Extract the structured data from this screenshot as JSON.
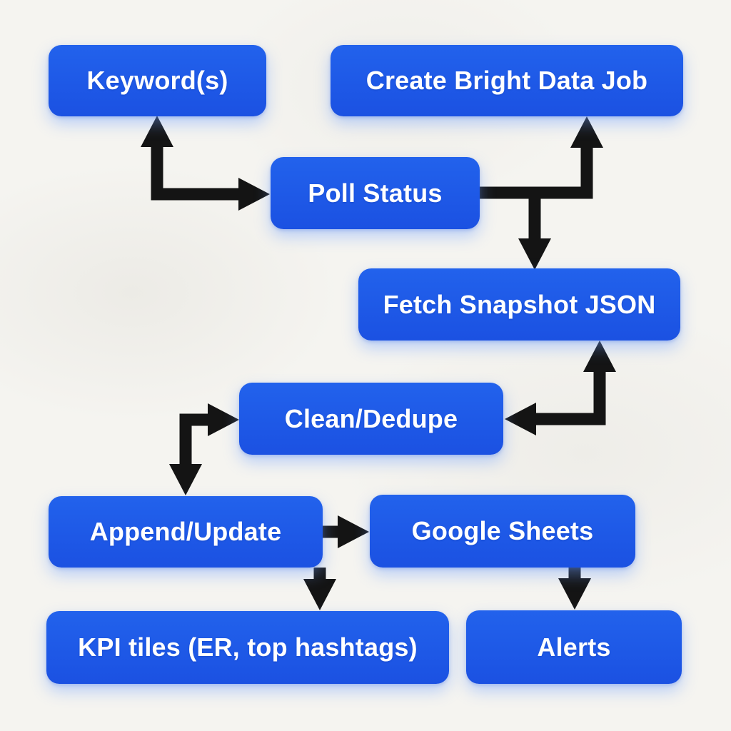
{
  "diagram": {
    "type": "flowchart",
    "colors": {
      "node_fill": "#1d57e8",
      "node_text": "#ffffff",
      "arrow": "#141414",
      "background": "#f5f4f0"
    },
    "nodes": [
      {
        "id": "keywords",
        "label": "Keyword(s)"
      },
      {
        "id": "create-job",
        "label": "Create Bright Data Job"
      },
      {
        "id": "poll-status",
        "label": "Poll Status"
      },
      {
        "id": "fetch-snapshot",
        "label": "Fetch Snapshot JSON"
      },
      {
        "id": "clean-dedupe",
        "label": "Clean/Dedupe"
      },
      {
        "id": "append-update",
        "label": "Append/Update"
      },
      {
        "id": "google-sheets",
        "label": "Google Sheets"
      },
      {
        "id": "kpi-tiles",
        "label": "KPI tiles (ER, top hashtags)"
      },
      {
        "id": "alerts",
        "label": "Alerts"
      }
    ],
    "edges": [
      {
        "from": "keywords",
        "to": "poll-status",
        "shape": "elbow",
        "arrowheads": [
          "up-into-keywords",
          "right-into-poll-status"
        ]
      },
      {
        "from": "poll-status",
        "to": "create-job",
        "shape": "elbow",
        "arrowheads": [
          "up-into-create-job"
        ]
      },
      {
        "from": "poll-status",
        "to": "fetch-snapshot",
        "shape": "elbow",
        "arrowheads": [
          "down-into-fetch-snapshot"
        ]
      },
      {
        "from": "fetch-snapshot",
        "to": "clean-dedupe",
        "shape": "elbow",
        "arrowheads": [
          "up-into-fetch-snapshot",
          "left-into-clean-dedupe"
        ]
      },
      {
        "from": "clean-dedupe",
        "to": "append-update",
        "shape": "elbow",
        "arrowheads": [
          "right-into-clean-dedupe",
          "down-into-append-update"
        ]
      },
      {
        "from": "append-update",
        "to": "google-sheets",
        "shape": "straight",
        "arrowheads": [
          "right-into-google-sheets"
        ]
      },
      {
        "from": "append-update",
        "to": "kpi-tiles",
        "shape": "straight",
        "arrowheads": [
          "down-into-kpi-tiles"
        ]
      },
      {
        "from": "google-sheets",
        "to": "alerts",
        "shape": "straight",
        "arrowheads": [
          "down-into-alerts"
        ]
      }
    ]
  }
}
